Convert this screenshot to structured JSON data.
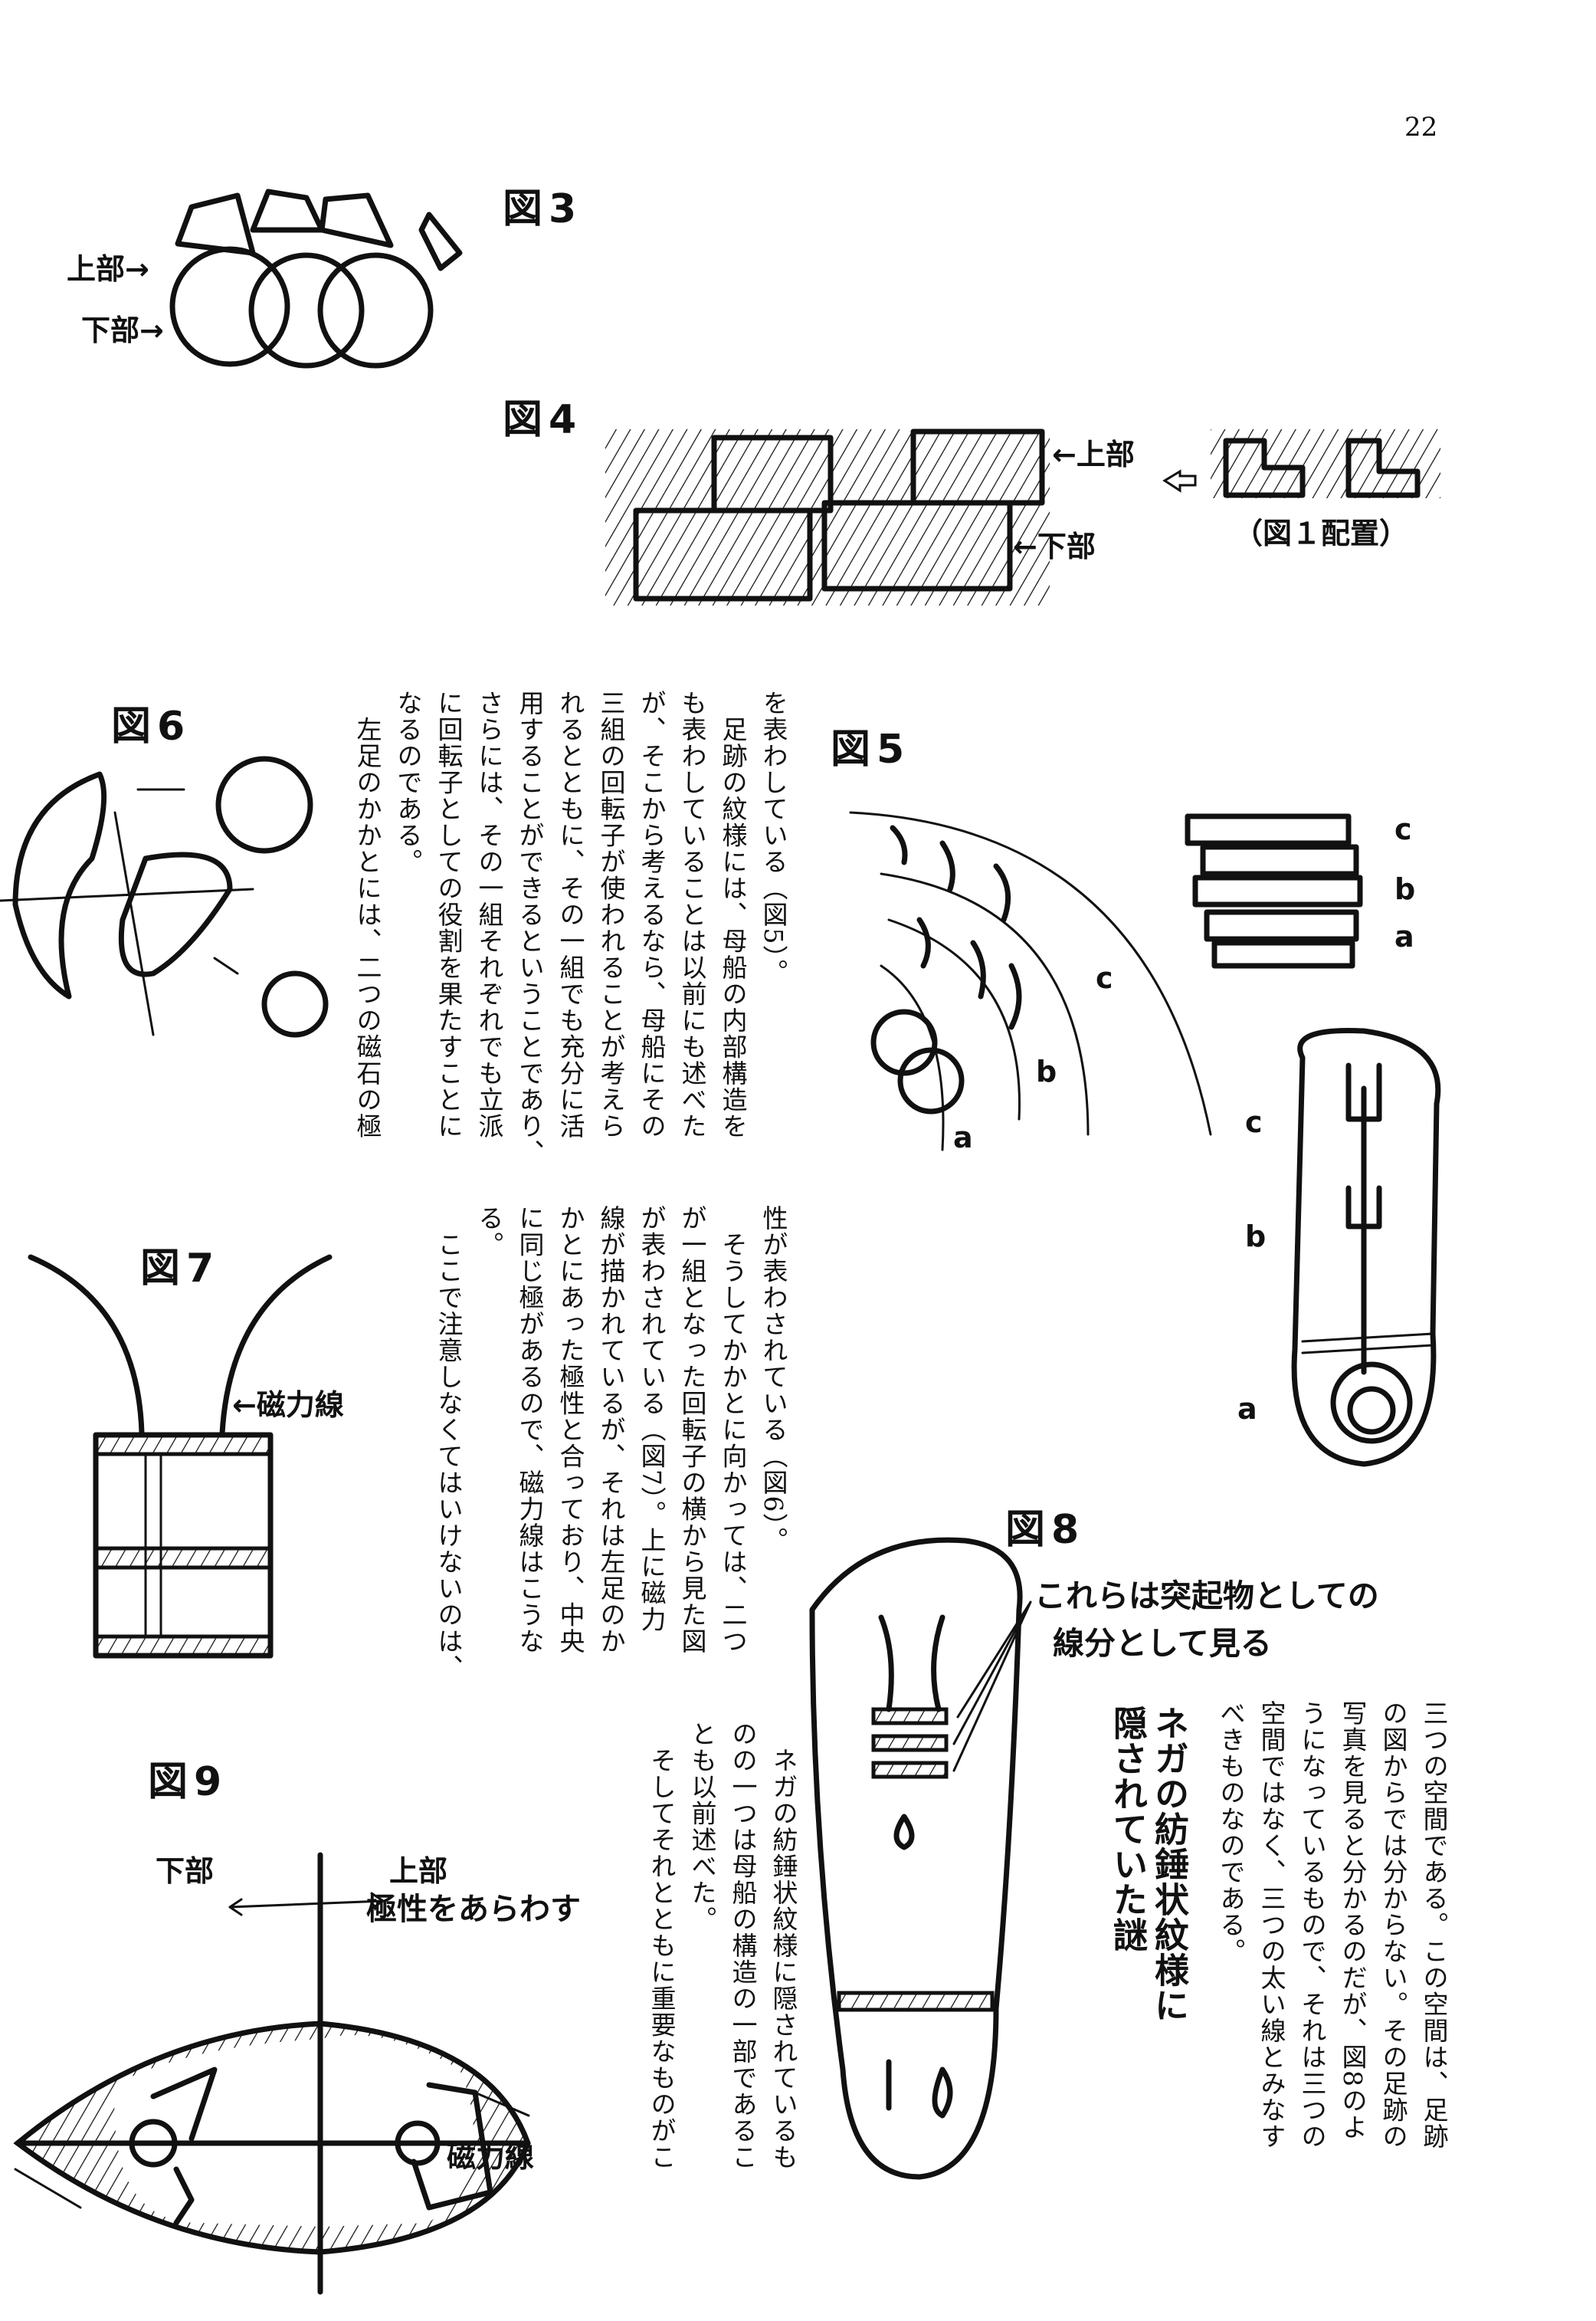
{
  "page_number": "22",
  "figures": {
    "fig3": {
      "title": "図3",
      "upper": "上部→",
      "lower": "下部→"
    },
    "fig4": {
      "title": "図4",
      "upper": "←上部",
      "lower": "←下部",
      "note": "（図１配置）"
    },
    "fig5": {
      "title": "図5",
      "arc_labels": [
        "a",
        "b",
        "c"
      ],
      "plate_labels": [
        "c",
        "b",
        "a"
      ],
      "foot_labels": [
        "c",
        "b",
        "a"
      ]
    },
    "fig6": {
      "title": "図6"
    },
    "fig7": {
      "title": "図7",
      "label": "←磁力線"
    },
    "fig8": {
      "title": "図8",
      "note_line1": "これらは突起物としての",
      "note_line2": "線分として見る"
    },
    "fig9": {
      "title": "図9",
      "lower": "下部",
      "upper": "上部",
      "polarity": "極性をあらわす",
      "field": "磁力線"
    }
  },
  "text_block_1": [
    "を表わしている（図5）。",
    "　足跡の紋様には、母船の内部構造を",
    "も表わしていることは以前にも述べた",
    "が、そこから考えるなら、母船にその",
    "三組の回転子が使われることが考えら",
    "れるとともに、その一組でも充分に活",
    "用することができるということであり、",
    "さらには、その一組それぞれでも立派",
    "に回転子としての役割を果たすことに",
    "なるのである。",
    "　左足のかかとには、二つの磁石の極"
  ],
  "text_block_2": [
    "性が表わされている（図6）。",
    "　そうしてかかとに向かっては、二つ",
    "が一組となった回転子の横から見た図",
    "が表わされている（図7）。上に磁力",
    "線が描かれているが、それは左足のか",
    "かとにあった極性と合っており、中央",
    "に同じ極があるので、磁力線はこうな",
    "る。",
    "　ここで注意しなくてはいけないのは、"
  ],
  "text_block_3": [
    "　ネガの紡錘状紋様に隠されているも",
    "のの一つは母船の構造の一部であるこ",
    "とも以前述べた。",
    "　そしてそれとともに重要なものがこ"
  ],
  "text_block_4": [
    "三つの空間である。この空間は、足跡",
    "の図からでは分からない。その足跡の",
    "写真を見ると分かるのだが、図8のよ",
    "うになっているもので、それは三つの",
    "空間ではなく、三つの太い線とみなす",
    "べきものなのである。"
  ],
  "section_heading": [
    "ネガの紡錘状紋様に",
    "隠されていた謎"
  ]
}
